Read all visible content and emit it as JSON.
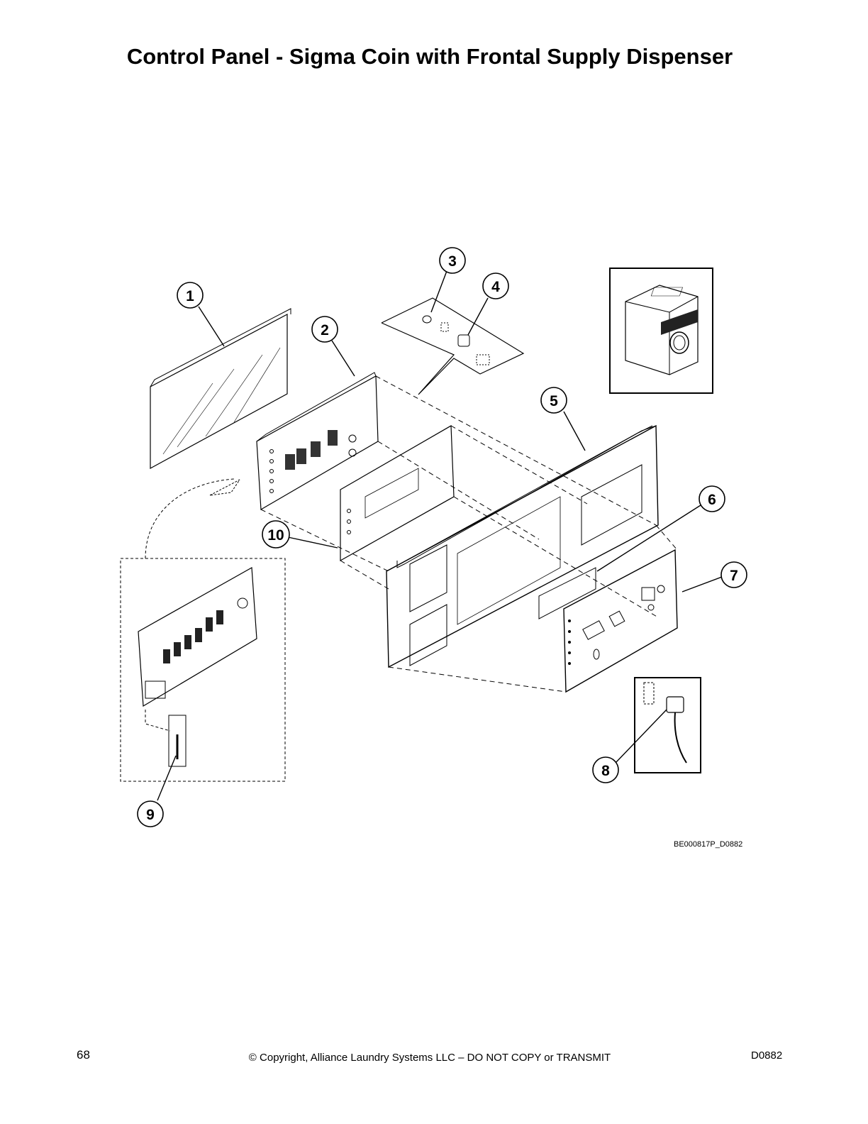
{
  "page": {
    "title": "Control Panel - Sigma Coin with Frontal Supply Dispenser",
    "drawing_code": "BE000817P_D0882",
    "footer": {
      "page_number": "68",
      "copyright": "© Copyright, Alliance Laundry Systems LLC – DO NOT COPY or TRANSMIT",
      "doc_code": "D0882"
    }
  },
  "diagram": {
    "callouts": [
      "1",
      "2",
      "3",
      "4",
      "5",
      "6",
      "7",
      "8",
      "9",
      "10"
    ],
    "line_color": "#000000"
  }
}
